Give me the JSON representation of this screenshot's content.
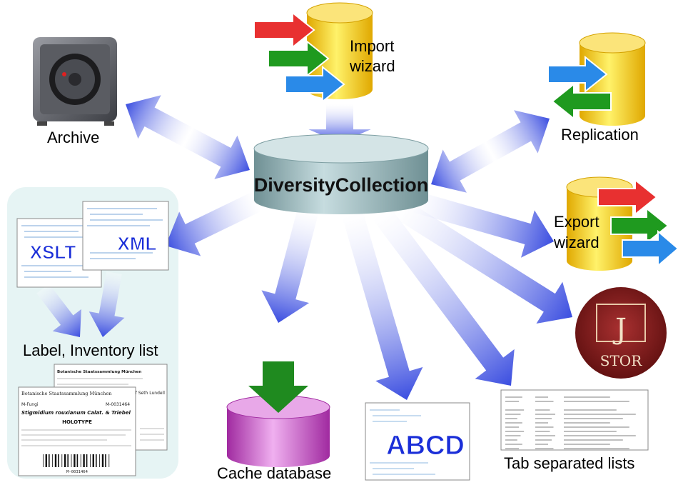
{
  "center": {
    "label": "DiversityCollection"
  },
  "nodes": {
    "import": [
      "Import",
      "wizard"
    ],
    "archive": "Archive",
    "replication": "Replication",
    "export": [
      "Export",
      "wizard"
    ],
    "label_list": "Label, Inventory list",
    "cache": "Cache database",
    "tab_lists": "Tab separated lists"
  },
  "docs": {
    "xslt": "XSLT",
    "xml": "XML",
    "abcd": "ABCD",
    "jstor": "STOR",
    "jstor_mark": "J"
  },
  "label_doc": {
    "institution": "Botanische Staatssammlung München",
    "fungi_id": "M-Fungi",
    "barcode_no": "M-0031464",
    "species": "Stigmidium rouxianum Calat. & Triebel",
    "type_status": "HOLOTYPE",
    "barcode_text": "M-0031464",
    "back_title": "Botanische Staatssammlung München",
    "back_subtitle": "of Seth Lundell"
  },
  "colors": {
    "cylinder_center": "#8fb0b4",
    "cylinder_yellow": "#f2c200",
    "cylinder_magenta": "#c040c0",
    "arrow_blue": "#3a4de0",
    "arrow_red": "#e03030",
    "arrow_green": "#1f9a1f",
    "arrow_lightblue": "#2a8ae8",
    "jstor_red": "#8a1a1a",
    "panel_bg": "#e6f4f4"
  }
}
